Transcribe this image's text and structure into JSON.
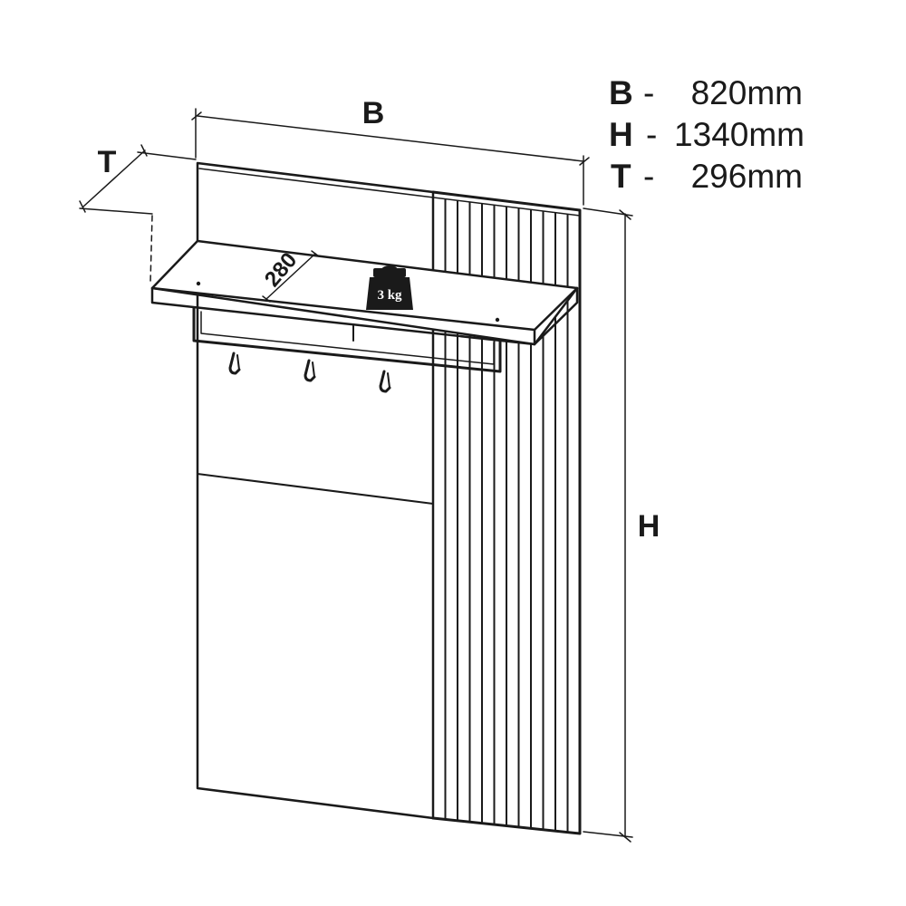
{
  "specs": [
    {
      "letter": "B",
      "dash": "-",
      "value": "820mm"
    },
    {
      "letter": "H",
      "dash": "-",
      "value": "1340mm"
    },
    {
      "letter": "T",
      "dash": "-",
      "value": "296mm"
    }
  ],
  "dimension_labels": {
    "width": "B",
    "height": "H",
    "depth": "T",
    "shelf_depth": "280"
  },
  "weight_badge": {
    "label": "3 kg",
    "icon": "weight-icon"
  },
  "colors": {
    "line": "#1a1a1a",
    "background": "#ffffff",
    "weight_fill": "#1a1a1a"
  }
}
